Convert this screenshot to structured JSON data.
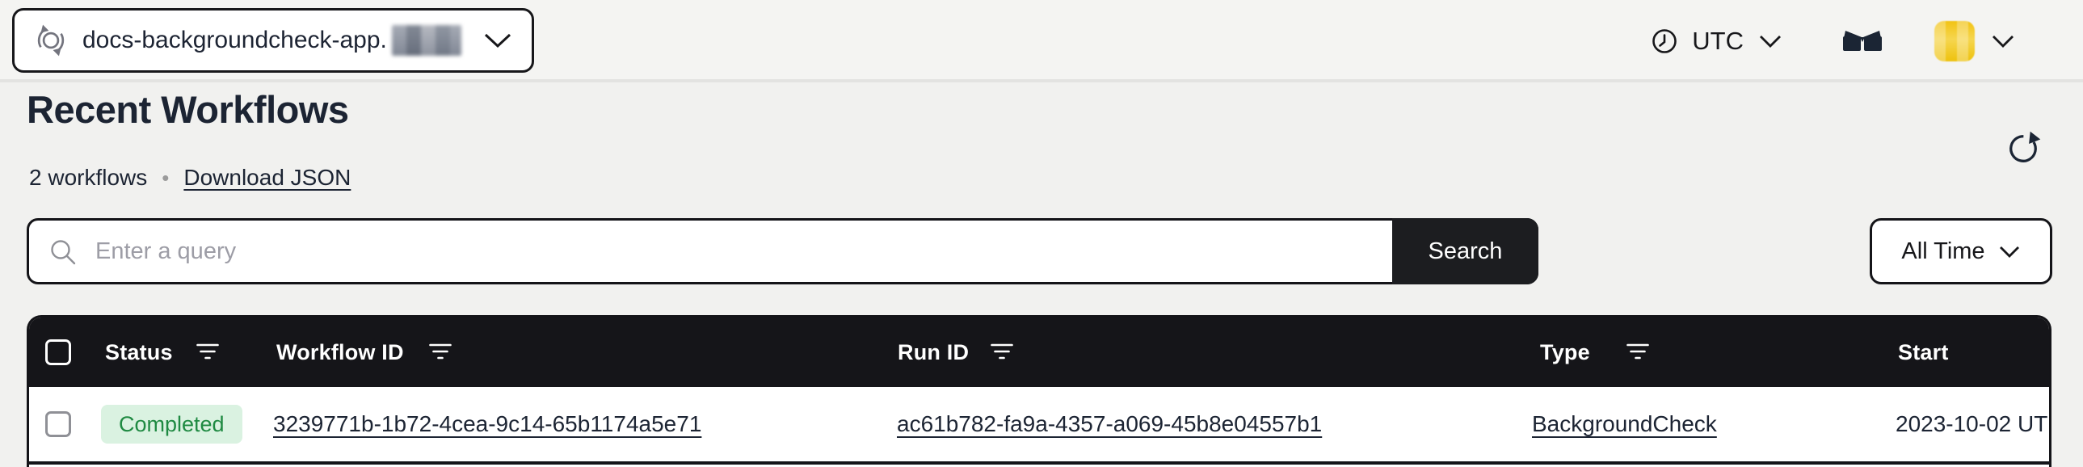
{
  "topbar": {
    "namespace": {
      "label": "docs-backgroundcheck-app."
    },
    "timezone": {
      "label": "UTC"
    }
  },
  "page": {
    "title": "Recent Workflows",
    "count_label": "2 workflows",
    "separator": "•",
    "download_label": "Download JSON"
  },
  "search": {
    "placeholder": "Enter a query",
    "button_label": "Search",
    "time_filter_label": "All Time"
  },
  "table": {
    "columns": [
      {
        "label": "Status"
      },
      {
        "label": "Workflow ID"
      },
      {
        "label": "Run ID"
      },
      {
        "label": "Type"
      },
      {
        "label": "Start"
      }
    ],
    "rows": [
      {
        "status": "Completed",
        "workflow_id": "3239771b-1b72-4cea-9c14-65b1174a5e71",
        "run_id": "ac61b782-fa9a-4357-a069-45b8e04557b1",
        "type": "BackgroundCheck",
        "start": "2023-10-02 UT"
      }
    ]
  },
  "colors": {
    "accent_black": "#141418",
    "badge_green_bg": "#daf2e1",
    "badge_green_text": "#1f8a42",
    "avatar_yellow": "#f2c314",
    "page_bg": "#f1f1ef"
  }
}
